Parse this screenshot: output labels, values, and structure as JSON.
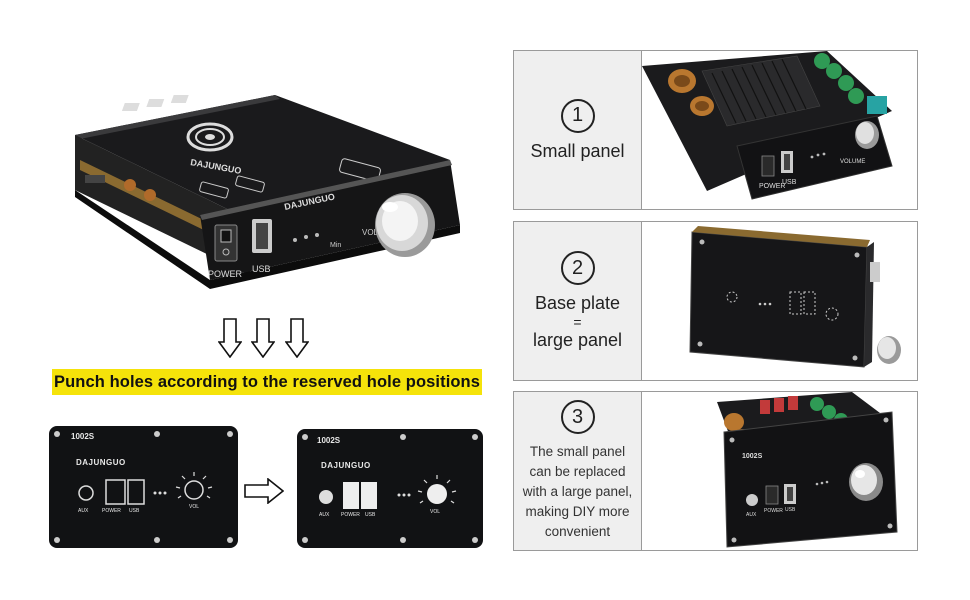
{
  "left": {
    "device_brand": "DAJUNGUO",
    "device_labels": {
      "power": "POWER",
      "usb": "USB",
      "vol": "VOL",
      "min": "Min"
    },
    "banner": "Punch holes according to the reserved hole positions",
    "panel_small": {
      "model": "1002S",
      "brand": "DAJUNGUO",
      "aux": "AUX",
      "power": "POWER",
      "usb": "USB",
      "vol": "VOL"
    },
    "panel_large": {
      "model": "1002S",
      "brand": "DAJUNGUO",
      "aux": "AUX",
      "power": "POWER",
      "usb": "USB",
      "vol": "VOL"
    }
  },
  "steps": [
    {
      "number": "1",
      "label": "Small panel"
    },
    {
      "number": "2",
      "label_line1": "Base plate",
      "label_line2": "=",
      "label_line3": "large panel"
    },
    {
      "number": "3",
      "label_lines": [
        "The small panel",
        "can be replaced",
        "with a large panel,",
        "making DIY more",
        "convenient"
      ]
    }
  ],
  "photo3": {
    "model": "1002S",
    "aux": "AUX",
    "power": "POWER",
    "usb": "USB"
  },
  "photo1": {
    "power": "POWER",
    "usb": "USB",
    "vol": "VOLUME"
  }
}
